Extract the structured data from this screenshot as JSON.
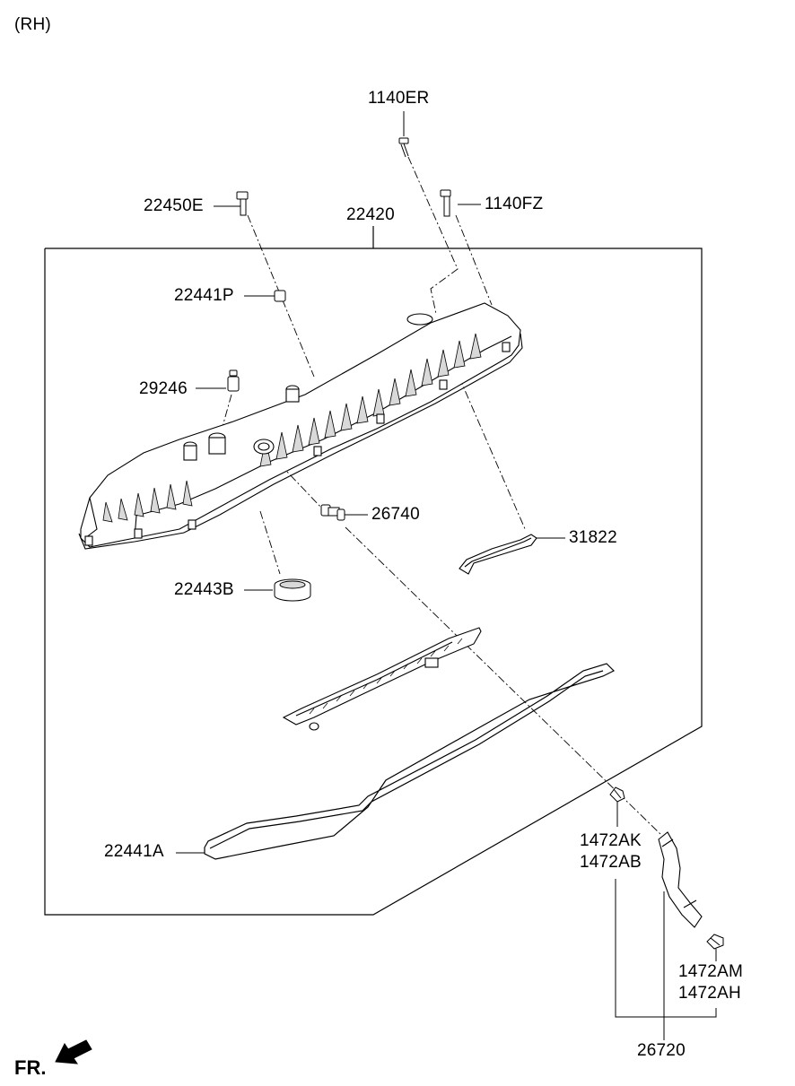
{
  "header": {
    "side_label": "(RH)"
  },
  "labels": {
    "p1140ER": "1140ER",
    "p22450E": "22450E",
    "p1140FZ": "1140FZ",
    "p22420": "22420",
    "p22441P": "22441P",
    "p29246": "29246",
    "p26740": "26740",
    "p31822": "31822",
    "p22443B": "22443B",
    "p22441A": "22441A",
    "p1472AK": "1472AK",
    "p1472AB": "1472AB",
    "p1472AM": "1472AM",
    "p1472AH": "1472AH",
    "p26720": "26720"
  },
  "footer": {
    "direction_label": "FR."
  },
  "colors": {
    "line": "#000000",
    "background": "#ffffff",
    "part_fill": "#ffffff",
    "shade": "#d9d9d9"
  }
}
